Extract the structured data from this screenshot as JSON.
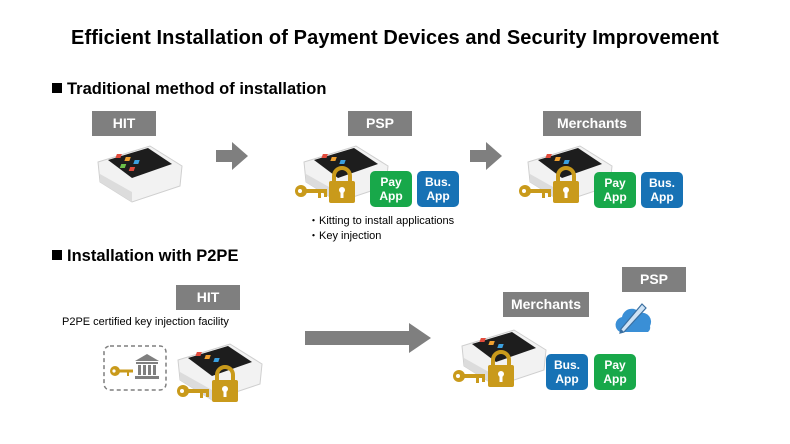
{
  "title": "Efficient Installation of Payment Devices and Security Improvement",
  "traditional": {
    "heading": "Traditional method of installation",
    "stages": [
      "HIT",
      "PSP",
      "Merchants"
    ],
    "notes": [
      "・Kitting to install applications",
      "・Key injection"
    ]
  },
  "p2pe": {
    "heading": "Installation with P2PE",
    "hit_label": "HIT",
    "facility_label": "P2PE certified key injection facility",
    "merchants_label": "Merchants",
    "psp_label": "PSP"
  },
  "apps": {
    "pay": [
      "Pay",
      "App"
    ],
    "bus": [
      "Bus.",
      "App"
    ]
  },
  "colors": {
    "stage_gray": "#7f7f7f",
    "pay_green": "#18a84a",
    "bus_blue": "#1772b5",
    "key_gold": "#c99a1b",
    "cloud_blue": "#3a8fd6"
  }
}
